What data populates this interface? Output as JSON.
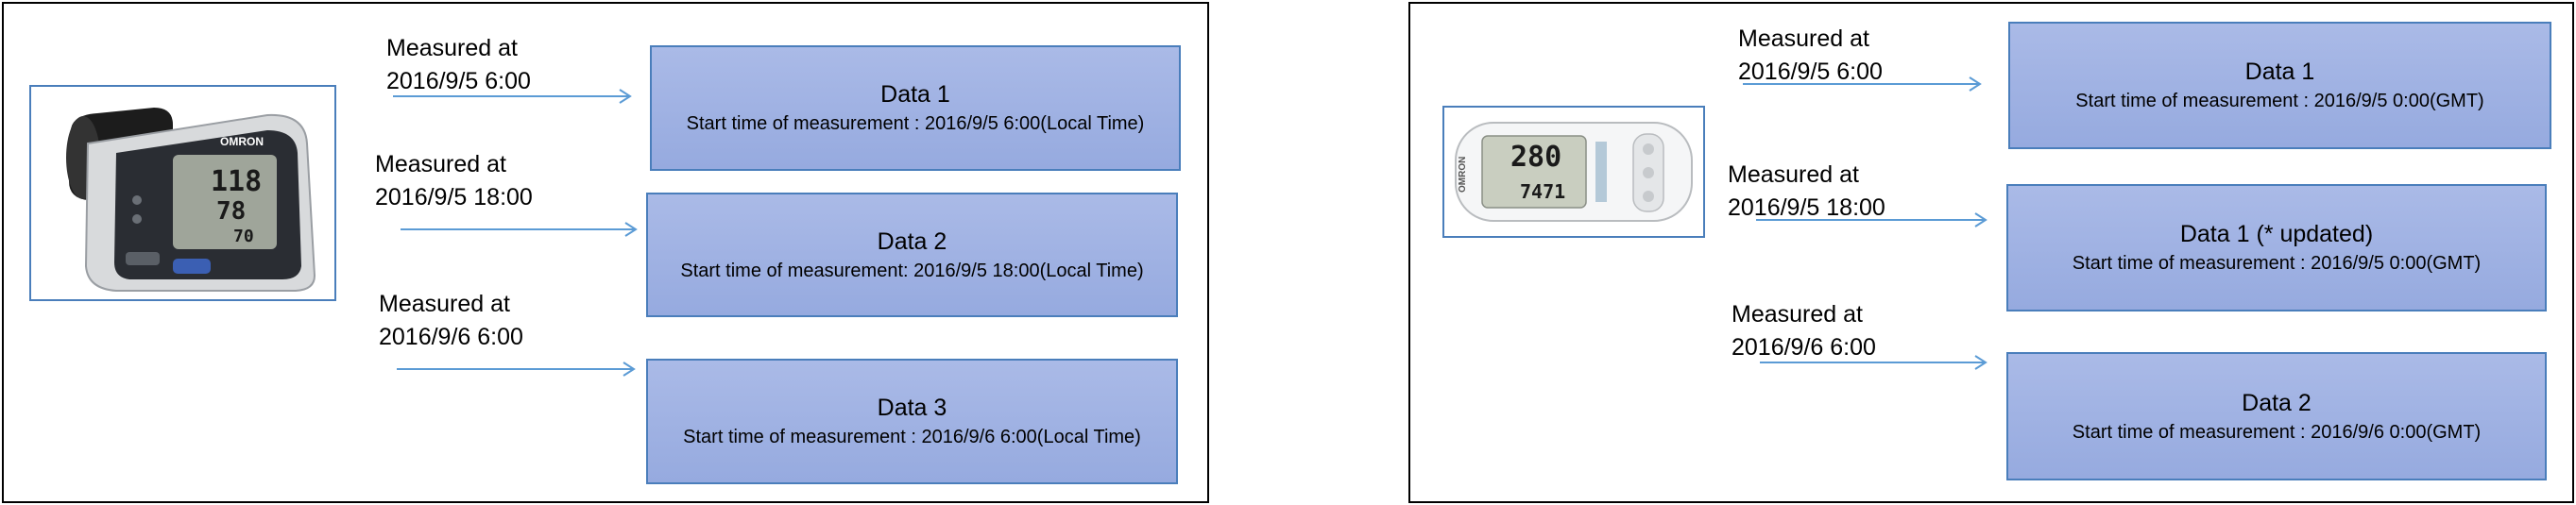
{
  "left_panel": {
    "device": "blood-pressure-monitor",
    "device_brand": "OMRON",
    "display_values": [
      "118",
      "78",
      "70"
    ],
    "measurements": [
      {
        "line1": "Measured at",
        "line2": "2016/9/5 6:00"
      },
      {
        "line1": "Measured at",
        "line2": "2016/9/5 18:00"
      },
      {
        "line1": "Measured at",
        "line2": "2016/9/6 6:00"
      }
    ],
    "data_boxes": [
      {
        "title": "Data 1",
        "start": "Start time of measurement :  2016/9/5 6:00(Local Time)"
      },
      {
        "title": "Data 2",
        "start": "Start time of measurement:   2016/9/5 18:00(Local Time)"
      },
      {
        "title": "Data 3",
        "start": "Start time of measurement :  2016/9/6 6:00(Local Time)"
      }
    ]
  },
  "right_panel": {
    "device": "activity-tracker",
    "device_brand": "OMRON",
    "display_values": [
      "280",
      "7471"
    ],
    "measurements": [
      {
        "line1": "Measured at",
        "line2": "2016/9/5 6:00"
      },
      {
        "line1": "Measured at",
        "line2": "2016/9/5 18:00"
      },
      {
        "line1": "Measured at",
        "line2": "2016/9/6 6:00"
      }
    ],
    "data_boxes": [
      {
        "title": "Data 1",
        "start": "Start time of measurement : 2016/9/5 0:00(GMT)"
      },
      {
        "title": "Data 1 (* updated)",
        "start": "Start time of measurement :    2016/9/5 0:00(GMT)"
      },
      {
        "title": "Data 2",
        "start": "Start time of measurement :   2016/9/6 0:00(GMT)"
      }
    ]
  },
  "colors": {
    "box_fill": "#a3b4e4",
    "box_border": "#4a7ebb",
    "arrow": "#5b9bd5",
    "panel_border": "#000000"
  }
}
